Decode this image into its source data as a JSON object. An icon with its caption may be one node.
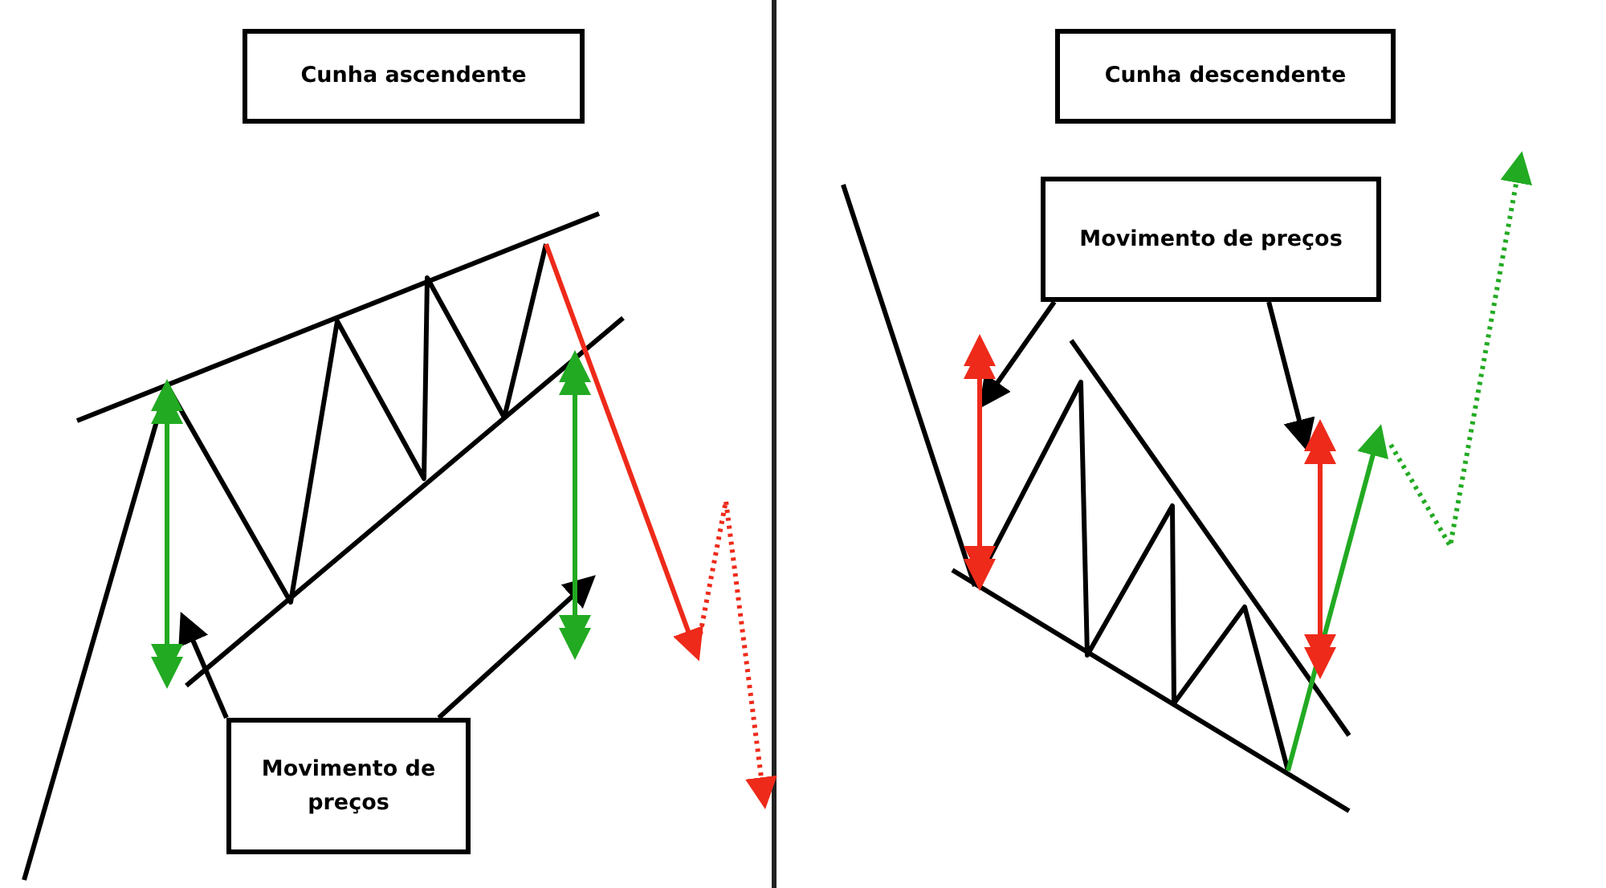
{
  "diagram": {
    "nodes": [
      {
        "text": [
          "Cunha ascendente"
        ]
      },
      {
        "text": [
          "Cunha descendente"
        ]
      },
      {
        "text": [
          "Movimento de preços"
        ]
      },
      {
        "text": [
          "Movimento de preços"
        ]
      },
      {
        "text": [],
        "shape": "arrow"
      },
      {
        "text": [],
        "shape": "arrow"
      },
      {
        "text": [],
        "shape": "arrow"
      },
      {
        "text": [],
        "shape": "arrow"
      }
    ],
    "edges": [
      {
        "from": 3,
        "to": 4,
        "arrow": "to"
      },
      {
        "from": 3,
        "to": 5,
        "arrow": "to"
      },
      {
        "from": 2,
        "to": 6,
        "arrow": "to"
      },
      {
        "from": 2,
        "to": 7,
        "arrow": "to"
      }
    ]
  }
}
